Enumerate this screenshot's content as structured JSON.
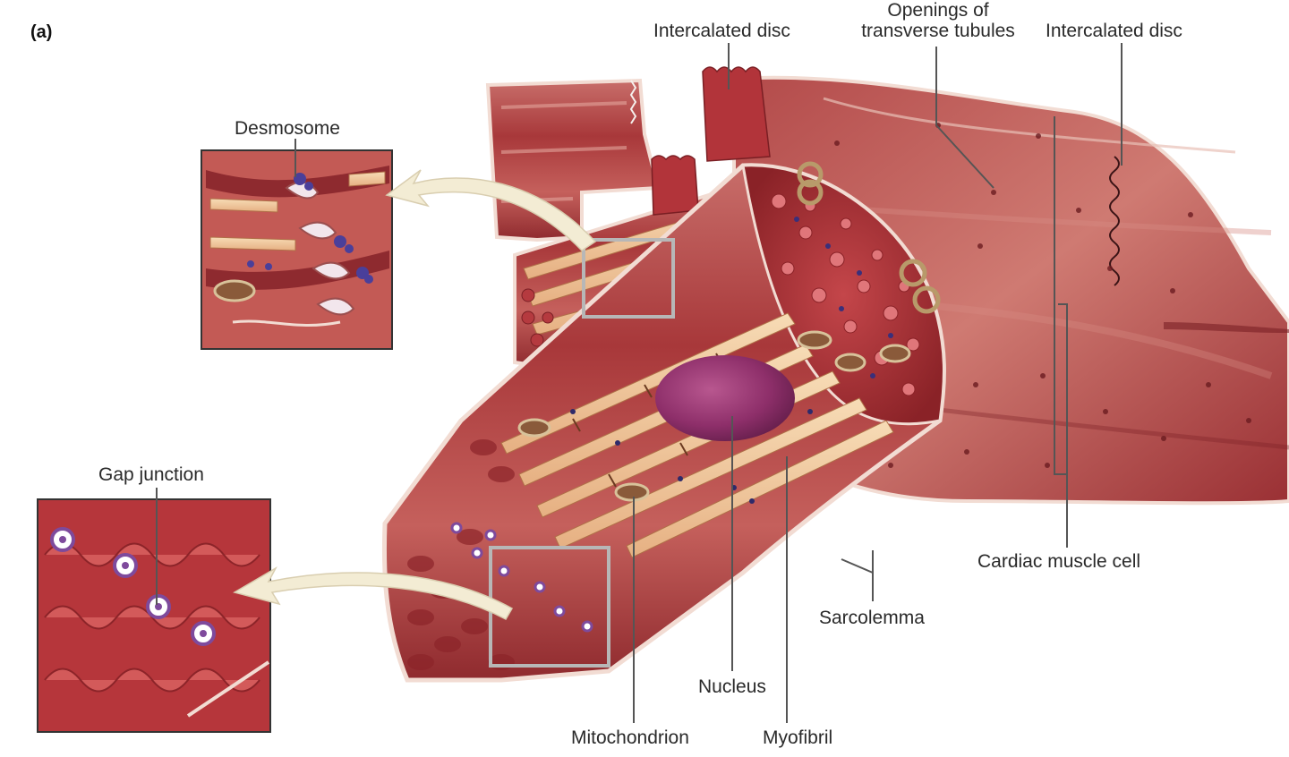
{
  "figure": {
    "panel_letter": "(a)",
    "labels": {
      "intercalated_disc_left": "Intercalated disc",
      "t_tubules_line1": "Openings of",
      "t_tubules_line2": "transverse tubules",
      "intercalated_disc_right": "Intercalated disc",
      "desmosome": "Desmosome",
      "gap_junction": "Gap junction",
      "cardiac_muscle_cell": "Cardiac muscle cell",
      "sarcolemma": "Sarcolemma",
      "nucleus": "Nucleus",
      "mitochondrion": "Mitochondrion",
      "myofibril": "Myofibril"
    },
    "colors": {
      "muscle": "#a8383a",
      "muscle_dark": "#7a1f24",
      "muscle_light": "#c96a66",
      "sarcolemma_edge": "#f2dcd3",
      "nucleus": "#8e2f6a",
      "myofibril_band": "#f1c99a",
      "gap_junction": "#7e4a9c",
      "desmosome": "#4a3f9a",
      "inset_frame": "#b7b7b7",
      "arrow": "#f3ecd4",
      "leader": "#555555"
    }
  }
}
